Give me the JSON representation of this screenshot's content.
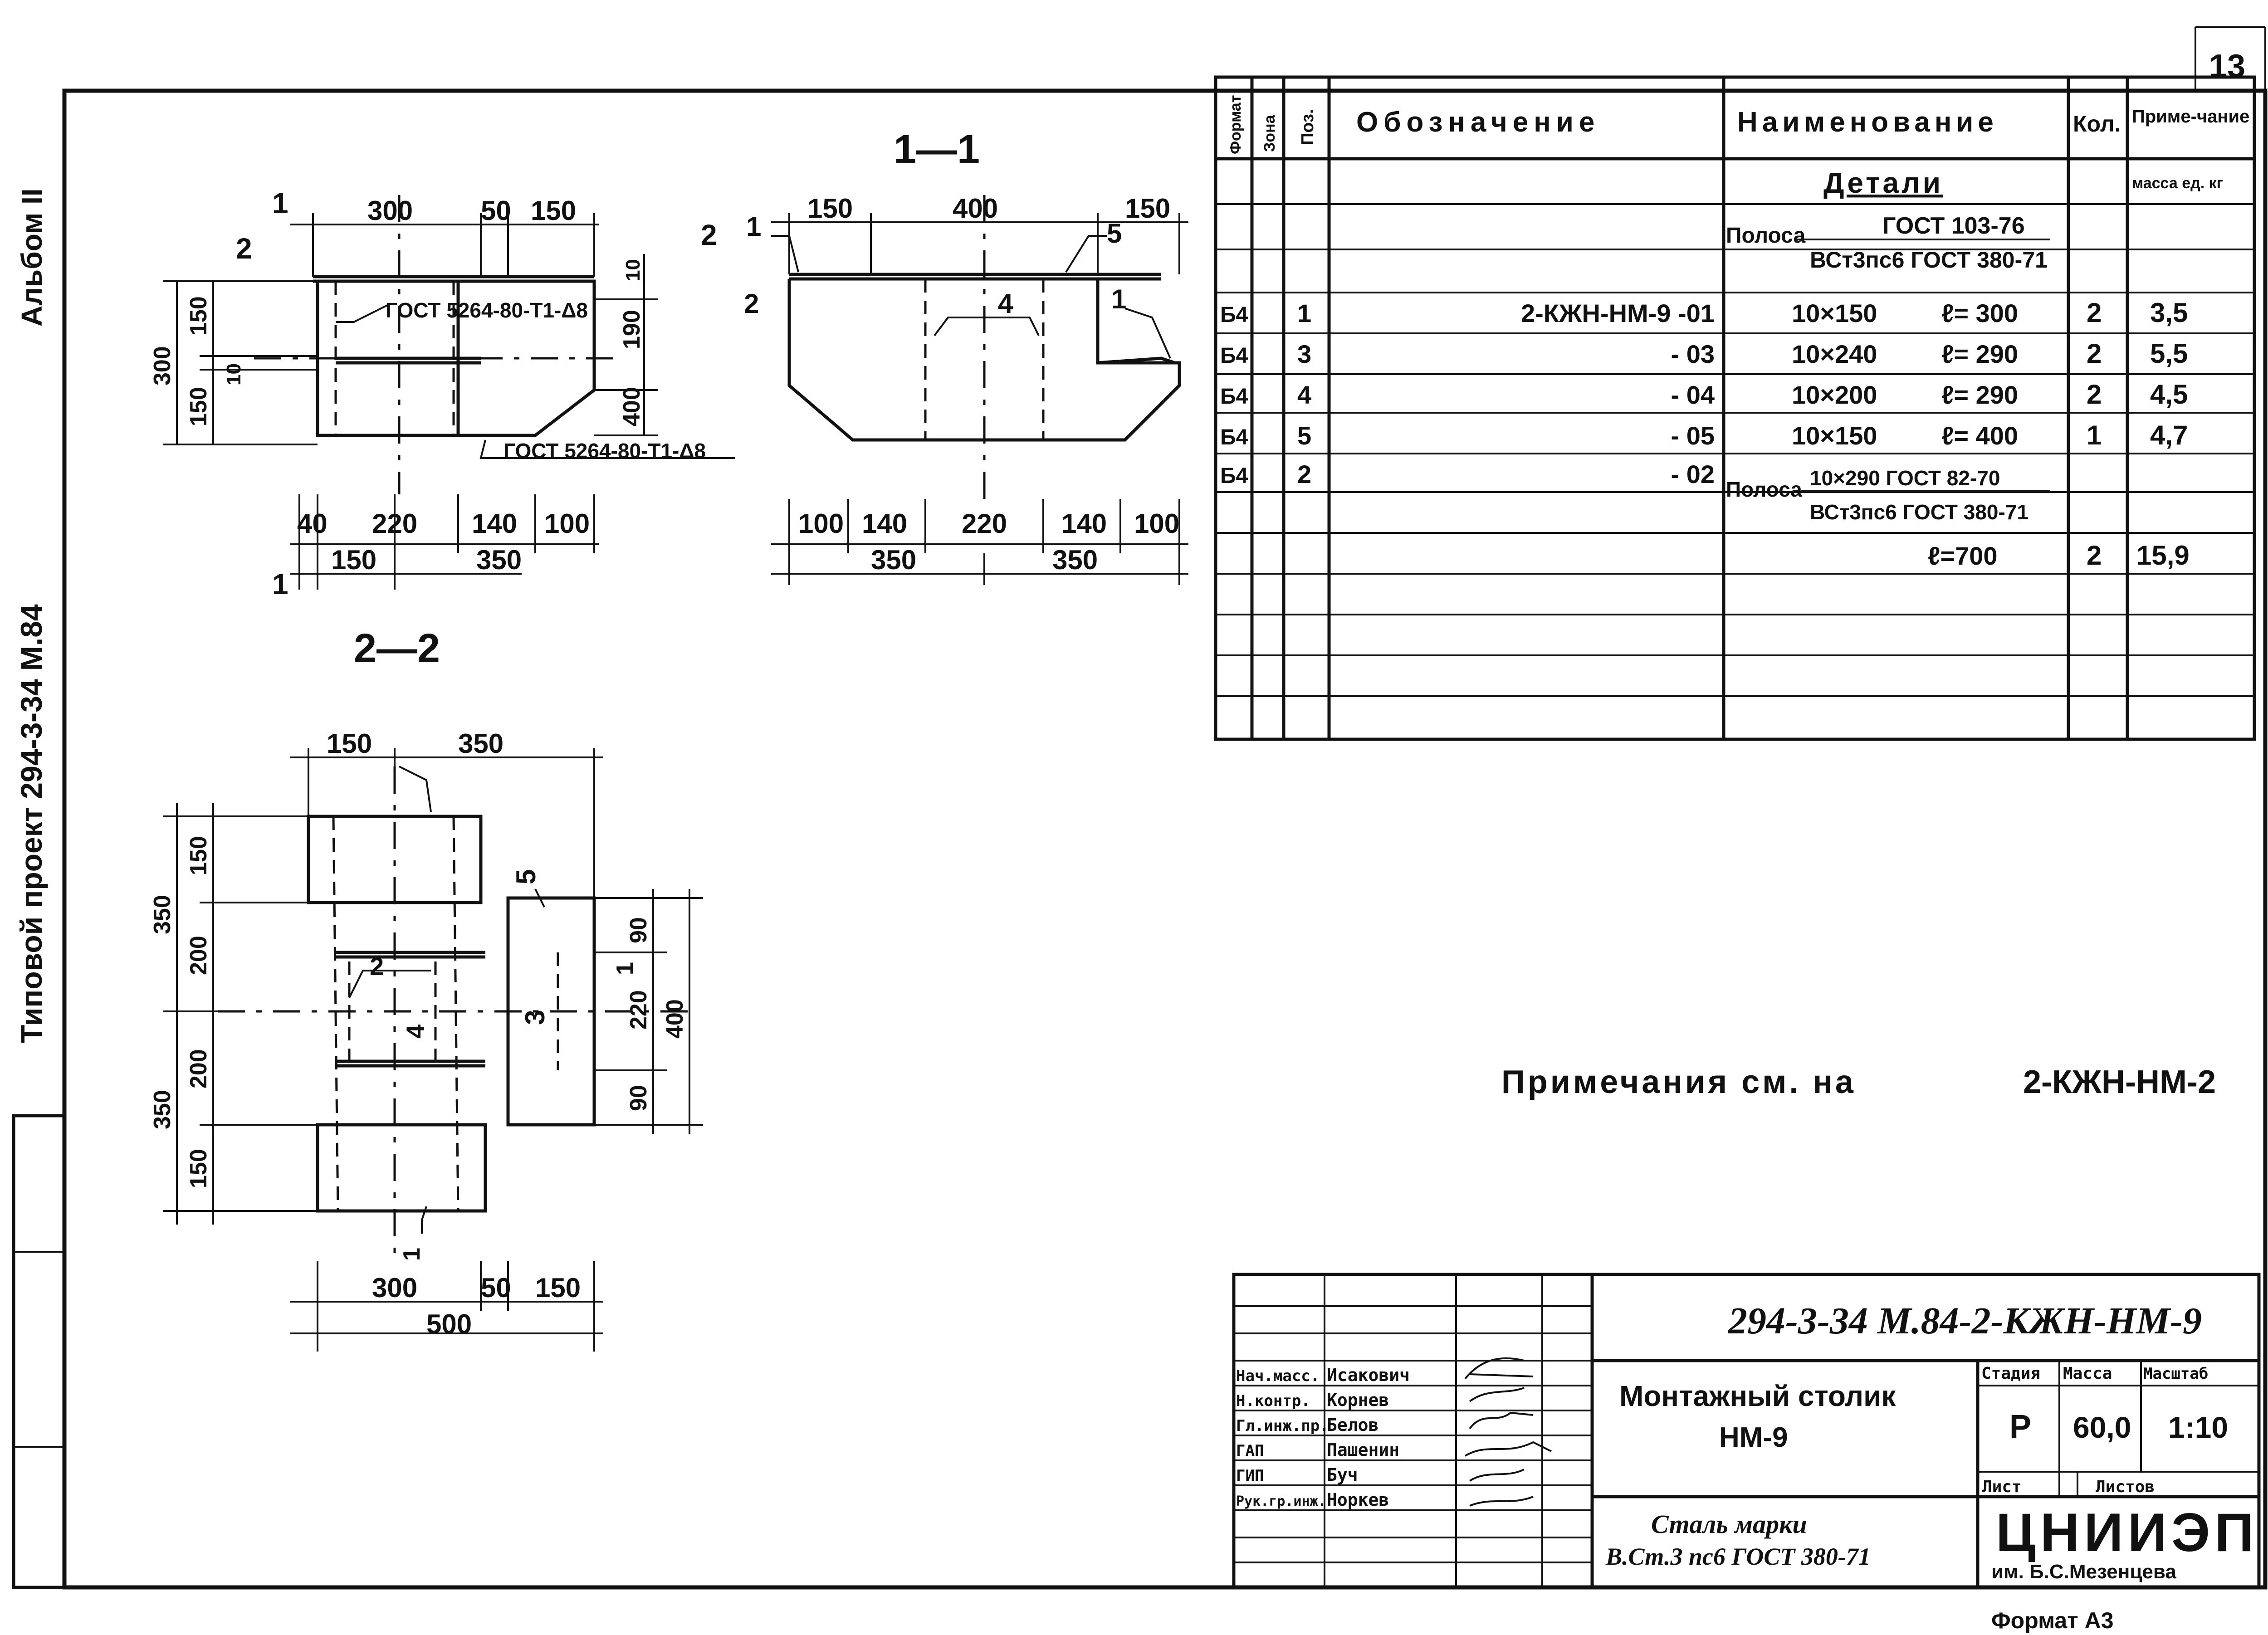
{
  "frame": {
    "side_label_album": "Альбом II",
    "side_label_project": "Типовой проект 294-3-34 М.84",
    "sheet_number": "13"
  },
  "section_1_1": {
    "title": "1—1",
    "dims_top": [
      "150",
      "400",
      "150"
    ],
    "dims_bottom": [
      "100",
      "140",
      "220",
      "140",
      "100"
    ],
    "dims_total": [
      "350",
      "350"
    ],
    "labels": [
      "1",
      "2",
      "4",
      "5",
      "1"
    ],
    "cut_label": "2"
  },
  "section_2_2_top": {
    "dims_top": [
      "300",
      "50",
      "150"
    ],
    "dims_left": [
      "300",
      "150",
      "10",
      "150"
    ],
    "dims_right": [
      "10",
      "190",
      "400"
    ],
    "dims_bottom": [
      "40",
      "220",
      "140",
      "100"
    ],
    "dims_total": [
      "150",
      "350"
    ],
    "gost_note_1": "ГОСТ 5264-80-Т1-Δ8",
    "gost_note_2": "ГОСТ 5264-80-Т1-Δ8",
    "labels": [
      "1",
      "2",
      "1"
    ]
  },
  "section_2_2": {
    "title": "2—2",
    "dims_top": [
      "150",
      "350"
    ],
    "dims_left": [
      "350",
      "150",
      "200",
      "200",
      "150",
      "350"
    ],
    "dims_right": [
      "90",
      "220",
      "90",
      "400"
    ],
    "dims_bottom": [
      "300",
      "50",
      "150"
    ],
    "dims_total": "500",
    "labels": [
      "5",
      "2",
      "4",
      "3",
      "1",
      "1"
    ]
  },
  "spec_table": {
    "headers": {
      "format": "Формат",
      "zone": "Зона",
      "pos": "Поз.",
      "designation": "Обозначение",
      "name": "Наименование",
      "qty": "Кол.",
      "note": "Приме-чание"
    },
    "section_title": "Детали",
    "mass_unit": "масса ед. кг",
    "strip_header": {
      "label": "Полоса",
      "gost_top": "ГОСТ 103-76",
      "gost_bottom": "ВСт3пс6 ГОСТ 380-71"
    },
    "rows": [
      {
        "format": "Б4",
        "pos": "1",
        "designation": "2-КЖН-НМ-9 -01",
        "size": "10×150",
        "length": "ℓ= 300",
        "qty": "2",
        "mass": "3,5"
      },
      {
        "format": "Б4",
        "pos": "3",
        "designation": "- 03",
        "size": "10×240",
        "length": "ℓ= 290",
        "qty": "2",
        "mass": "5,5"
      },
      {
        "format": "Б4",
        "pos": "4",
        "designation": "- 04",
        "size": "10×200",
        "length": "ℓ= 290",
        "qty": "2",
        "mass": "4,5"
      },
      {
        "format": "Б4",
        "pos": "5",
        "designation": "- 05",
        "size": "10×150",
        "length": "ℓ= 400",
        "qty": "1",
        "mass": "4,7"
      },
      {
        "format": "Б4",
        "pos": "2",
        "designation": "- 02",
        "size": "",
        "length": "",
        "qty": "",
        "mass": ""
      }
    ],
    "strip2": {
      "label": "Полоса",
      "gost_top": "10×290 ГОСТ 82-70",
      "gost_bottom": "ВСт3пс6 ГОСТ 380-71",
      "length": "ℓ=700",
      "qty": "2",
      "mass": "15,9"
    }
  },
  "note": {
    "text": "Примечания см. на",
    "ref": "2-КЖН-НМ-2"
  },
  "title_block": {
    "drawing_code": "294-3-34 М.84-2-КЖН-НМ-9",
    "title_line1": "Монтажный столик",
    "title_line2": "НМ-9",
    "material_line1": "Сталь марки",
    "material_line2": "В.Ст.3 пс6 ГОСТ 380-71",
    "stage_label": "Стадия",
    "mass_label": "Масса",
    "scale_label": "Масштаб",
    "stage": "Р",
    "mass": "60,0",
    "scale": "1:10",
    "sheet_label": "Лист",
    "sheets_label": "Листов",
    "org": "ЦНИИЭП",
    "org_sub": "им. Б.С.Мезенцева",
    "format": "Формат А3",
    "people": [
      {
        "role": "Нач.масс.",
        "name": "Исакович"
      },
      {
        "role": "Н.контр.",
        "name": "Корнев"
      },
      {
        "role": "Гл.инж.пр.",
        "name": "Белов"
      },
      {
        "role": "ГАП",
        "name": "Пашенин"
      },
      {
        "role": "ГИП",
        "name": "Буч"
      },
      {
        "role": "Рук.гр.инж.",
        "name": "Норкев"
      }
    ]
  }
}
